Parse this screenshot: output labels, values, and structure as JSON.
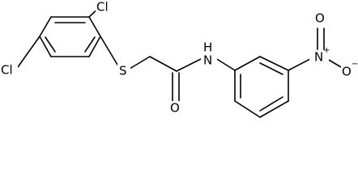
{
  "molecule": {
    "atoms": {
      "cl_top": "Cl",
      "cl_left": "Cl",
      "sulfur": "S",
      "amide_n": "N",
      "amide_h": "H",
      "carbonyl_o": "O",
      "nitro_n": "N",
      "nitro_n_charge": "+",
      "nitro_o_top": "O",
      "nitro_o_right": "O",
      "nitro_o_charge": "−"
    },
    "colors": {
      "bond": "#000000",
      "text": "#000000",
      "background": "#ffffff"
    }
  }
}
